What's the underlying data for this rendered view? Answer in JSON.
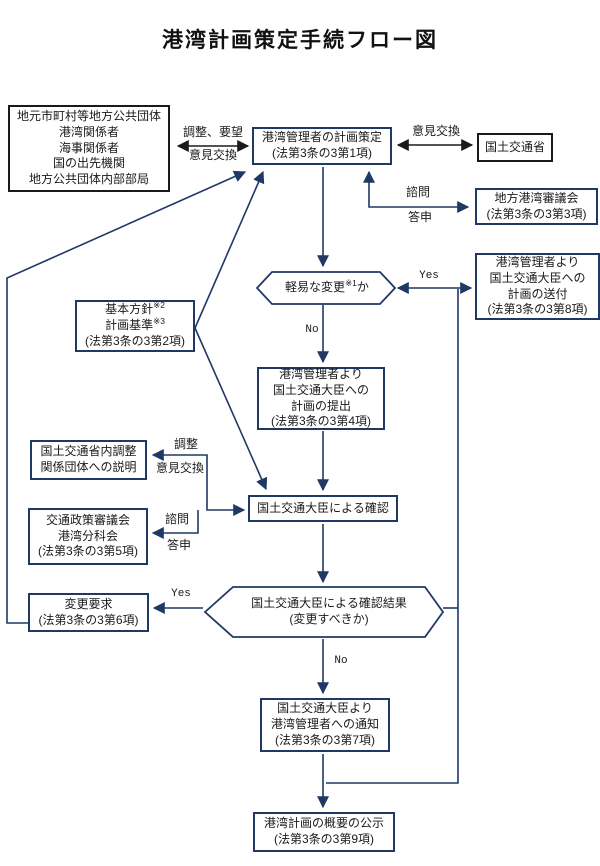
{
  "title": "港湾計画策定手続フロー図",
  "colors": {
    "flow_line": "#1F3864",
    "exchange_line": "#1a1a1a",
    "box_border": "#1F3864",
    "black_box_border": "#1a1a1a"
  },
  "nodes": {
    "local_parties": {
      "lines": [
        "地元市町村等地方公共団体",
        "港湾関係者",
        "海事関係者",
        "国の出先機関",
        "地方公共団体内部部局"
      ]
    },
    "plan_formulation": {
      "lines": [
        "港湾管理者の計画策定",
        "(法第3条の3第1項)"
      ]
    },
    "mlit": {
      "label": "国土交通省"
    },
    "local_port_council": {
      "lines": [
        "地方港湾審議会",
        "(法第3条の3第3項)"
      ]
    },
    "plan_sending": {
      "lines": [
        "港湾管理者より",
        "国土交通大臣への",
        "計画の送付",
        "(法第3条の3第8項)"
      ]
    },
    "basic_policy": {
      "line1": "基本方針",
      "line1_sup": "※2",
      "line2": "計画基準",
      "line2_sup": "※3",
      "line3": "(法第3条の3第2項)"
    },
    "plan_submission": {
      "lines": [
        "港湾管理者より",
        "国土交通大臣への",
        "計画の提出",
        "(法第3条の3第4項)"
      ]
    },
    "mlit_internal": {
      "lines": [
        "国土交通省内調整",
        "関係団体への説明"
      ]
    },
    "transport_council": {
      "lines": [
        "交通政策審議会",
        "港湾分科会",
        "(法第3条の3第5項)"
      ]
    },
    "minister_confirmation": {
      "label": "国土交通大臣による確認"
    },
    "change_request": {
      "lines": [
        "変更要求",
        "(法第3条の3第6項)"
      ]
    },
    "minor_change_decision": {
      "pre": "軽易な変更",
      "sup": "※1",
      "post": "か"
    },
    "confirmation_result_decision": {
      "lines": [
        "国土交通大臣による確認結果",
        "(変更すべきか)"
      ]
    },
    "notification": {
      "lines": [
        "国土交通大臣より",
        "港湾管理者への通知",
        "(法第3条の3第7項)"
      ]
    },
    "public_notice": {
      "lines": [
        "港湾計画の概要の公示",
        "(法第3条の3第9項)"
      ]
    }
  },
  "edge_labels": {
    "adjust_request": "調整、要望",
    "opinion_exchange_left": "意見交換",
    "opinion_exchange_right": "意見交換",
    "consult_top": "諮問",
    "report_top": "答申",
    "yes_minor": "Yes",
    "no_minor": "No",
    "adjust_mid": "調整",
    "opinion_exchange_mid": "意見交換",
    "consult_mid": "諮問",
    "report_mid": "答申",
    "yes_result": "Yes",
    "no_result": "No"
  }
}
